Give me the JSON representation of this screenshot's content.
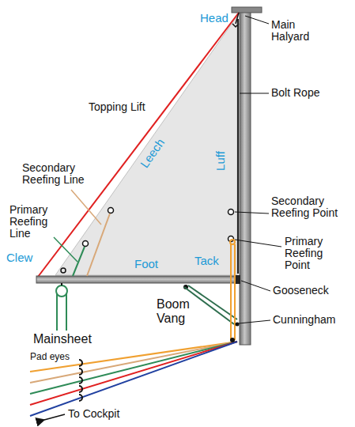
{
  "diagram": {
    "labels": [
      "Head",
      "Main Halyard",
      "Topping Lift",
      "Bolt Rope",
      "Leech",
      "Luff",
      "Secondary Reefing Line",
      "Secondary Reefing Point",
      "Primary Reefing Line",
      "Primary Reefing Point",
      "Clew",
      "Foot",
      "Tack",
      "Gooseneck",
      "Boom Vang",
      "Cunningham",
      "Mainsheet",
      "Pad eyes",
      "To Cockpit"
    ]
  }
}
